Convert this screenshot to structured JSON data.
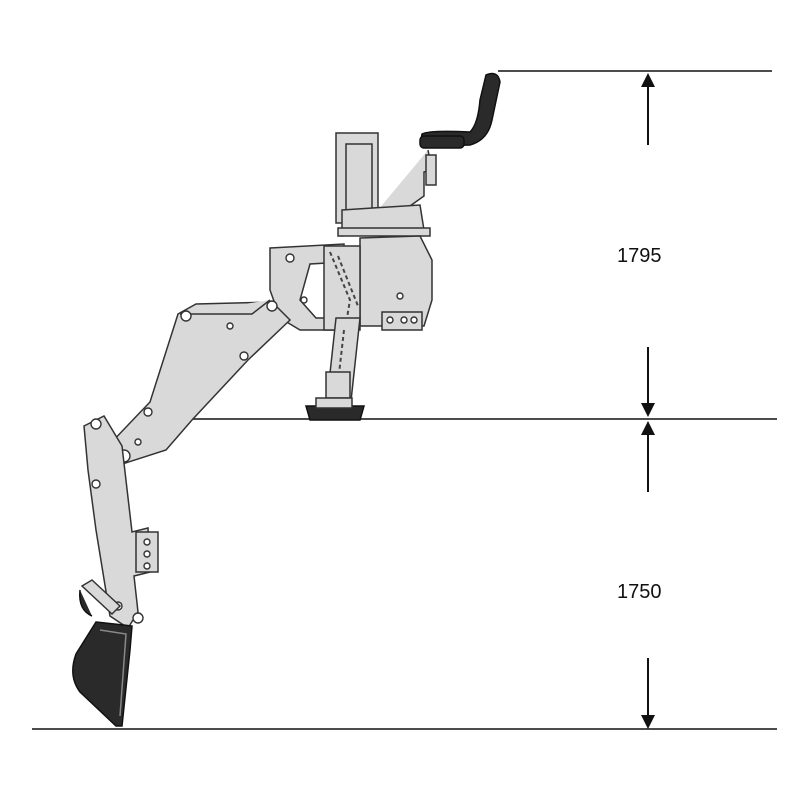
{
  "dimensions": [
    {
      "id": "upper",
      "label": "1795"
    },
    {
      "id": "lower",
      "label": "1750"
    }
  ],
  "colors": {
    "lines": "#111111",
    "body": "#d9d9d9",
    "outline": "#333333",
    "seat_and_bucket": "#2a2a2a"
  },
  "icons": {
    "arrow_up": "arrow-up-icon",
    "arrow_down": "arrow-down-icon"
  }
}
